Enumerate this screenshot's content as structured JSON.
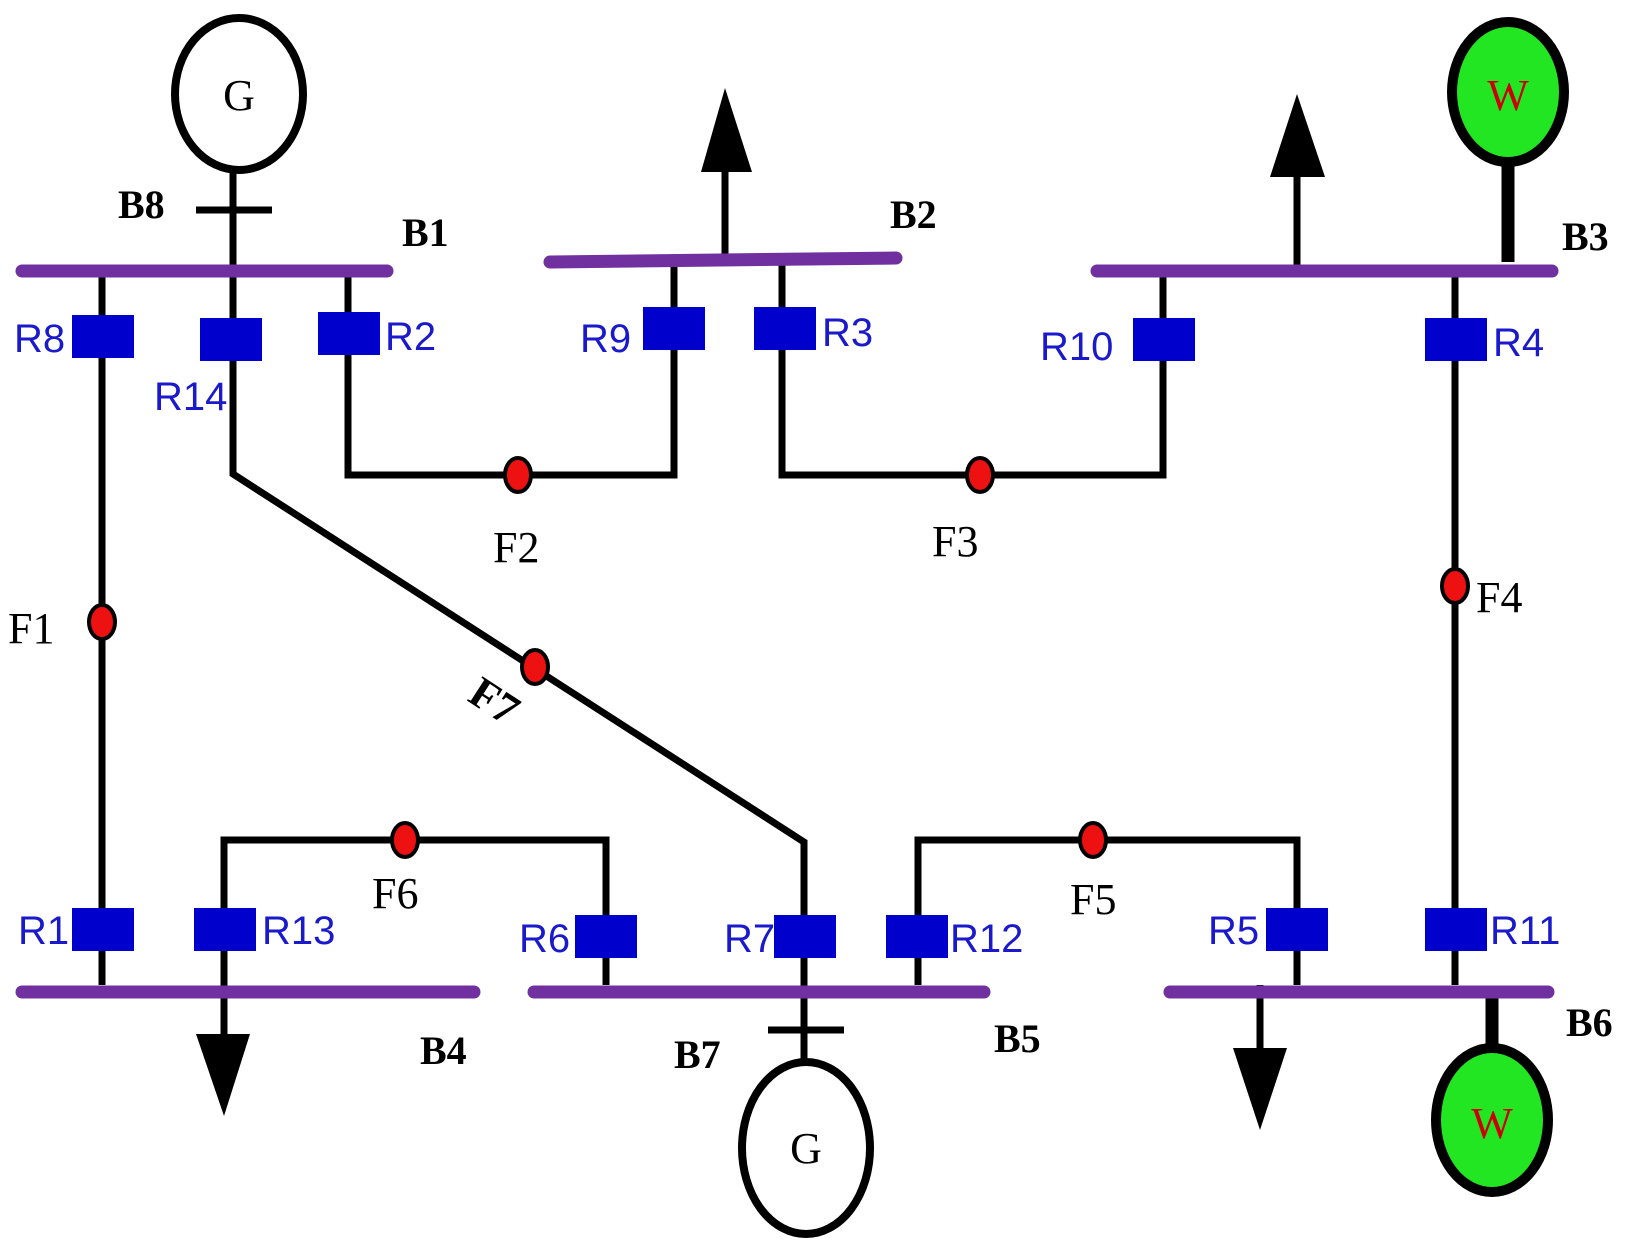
{
  "buses": {
    "B1": "B1",
    "B2": "B2",
    "B3": "B3",
    "B4": "B4",
    "B5": "B5",
    "B6": "B6",
    "B7": "B7",
    "B8": "B8"
  },
  "relays": {
    "R1": "R1",
    "R2": "R2",
    "R3": "R3",
    "R4": "R4",
    "R5": "R5",
    "R6": "R6",
    "R7": "R7",
    "R8": "R8",
    "R9": "R9",
    "R10": "R10",
    "R11": "R11",
    "R12": "R12",
    "R13": "R13",
    "R14": "R14"
  },
  "faults": {
    "F1": "F1",
    "F2": "F2",
    "F3": "F3",
    "F4": "F4",
    "F5": "F5",
    "F6": "F6",
    "F7": "F7"
  },
  "sources": {
    "generator_symbol": "G",
    "wind_symbol": "W"
  },
  "colors": {
    "busbar": "#7030a0",
    "relay": "#0000cc",
    "fault": "#ee1111",
    "wind_fill": "#22e622"
  }
}
